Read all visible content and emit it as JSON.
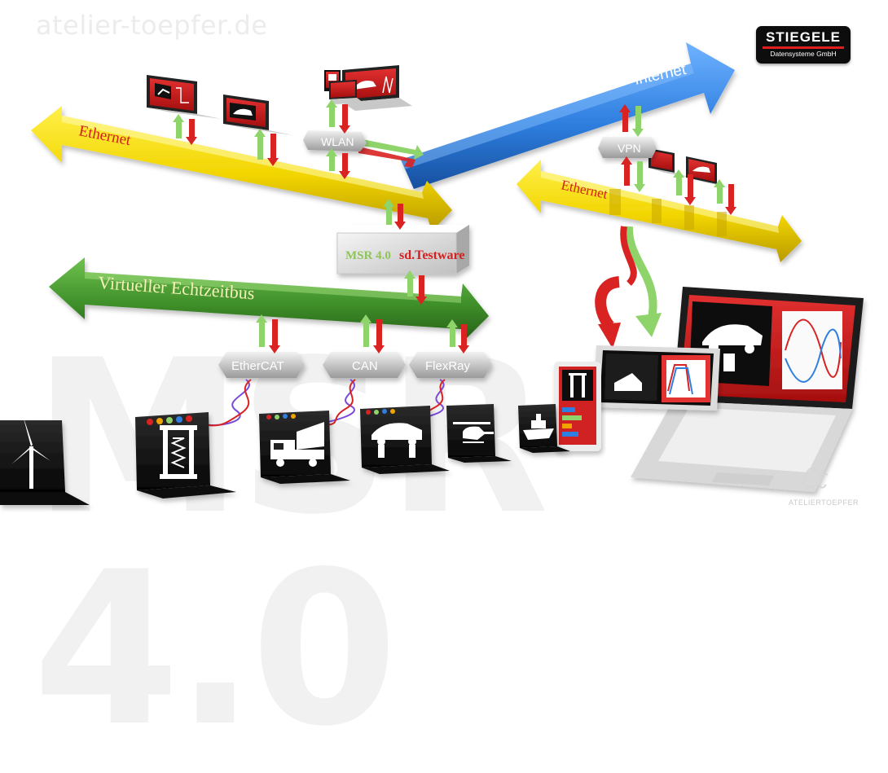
{
  "watermark": "atelier-toepfer.de",
  "big_watermark": "MSR 4.0",
  "brand": {
    "name": "STIEGELE",
    "subtitle": "Datensysteme GmbH",
    "accent": "#e01e1e"
  },
  "signature": "ATELIERTOEPFER",
  "buses": {
    "ethernet_left": "Ethernet",
    "ethernet_right": "Ethernet",
    "internet": "Internet",
    "realtime": "Virtueller Echtzeitbus"
  },
  "nodes": {
    "wlan": "WLAN",
    "vpn": "VPN",
    "msr": "MSR 4.0",
    "testware": "sd.Testware"
  },
  "fieldbuses": [
    "EtherCAT",
    "CAN",
    "FlexRay"
  ],
  "colors": {
    "ethernet": "#f2d500",
    "internet": "#2f7fe0",
    "realtime": "#3f8f2a",
    "arrow_up": "#8fd46a",
    "arrow_down": "#d92222",
    "label_red": "#d42020"
  },
  "icons": [
    "wind-turbine-icon",
    "spring-test-rig-icon",
    "dump-truck-icon",
    "car-test-icon",
    "helicopter-icon",
    "ship-icon",
    "tablet-icon",
    "laptop-icon"
  ]
}
